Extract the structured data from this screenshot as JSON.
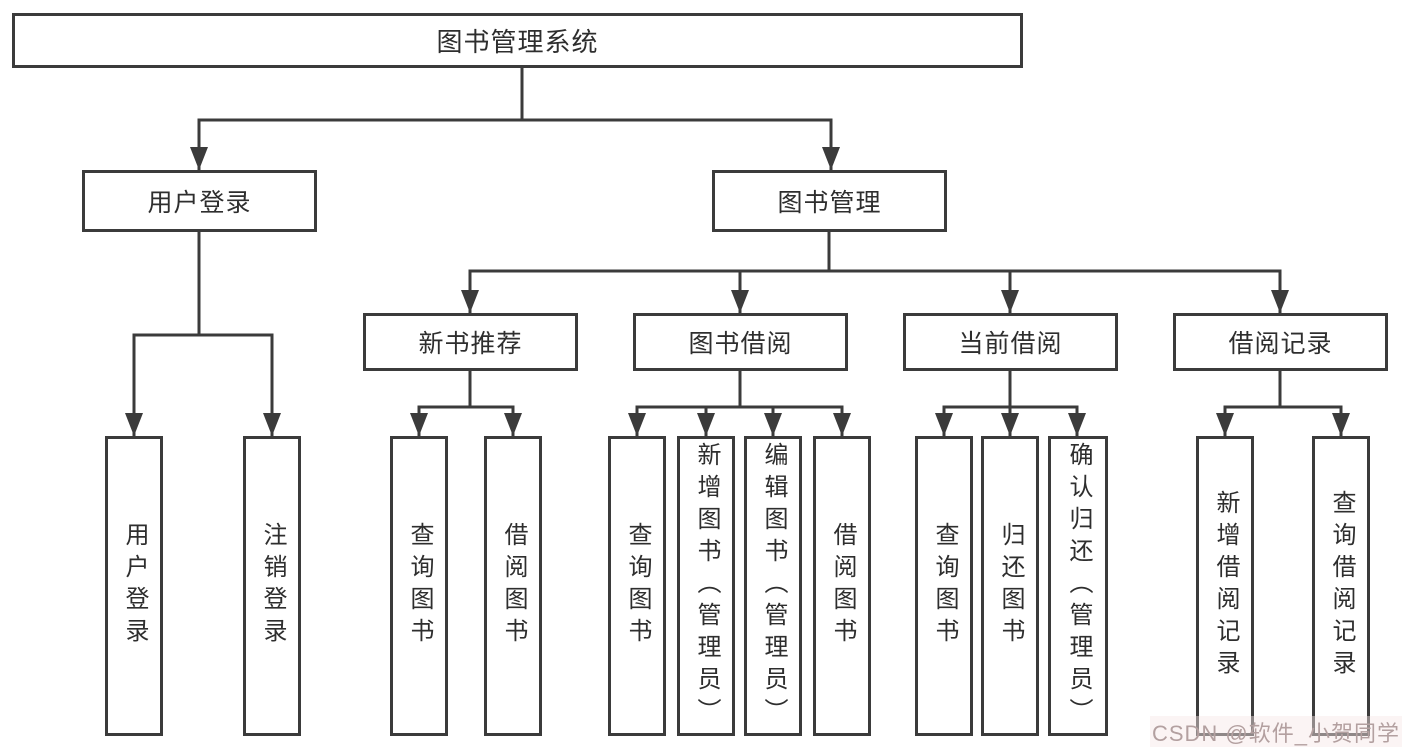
{
  "diagram_title": "图书管理系统",
  "colors": {
    "line": "#3b3b3b",
    "box_border": "#3b3b3b",
    "text": "#2e2e2e",
    "background": "#ffffff",
    "watermark_text": "#b3a0a0"
  },
  "tree": {
    "label": "图书管理系统",
    "children": [
      {
        "label": "用户登录",
        "children": [
          {
            "label": "用户登录"
          },
          {
            "label": "注销登录"
          }
        ]
      },
      {
        "label": "图书管理",
        "children": [
          {
            "label": "新书推荐",
            "children": [
              {
                "label": "查询图书"
              },
              {
                "label": "借阅图书"
              }
            ]
          },
          {
            "label": "图书借阅",
            "children": [
              {
                "label": "查询图书"
              },
              {
                "label": "新增图书（管理员）"
              },
              {
                "label": "编辑图书（管理员）"
              },
              {
                "label": "借阅图书"
              }
            ]
          },
          {
            "label": "当前借阅",
            "children": [
              {
                "label": "查询图书"
              },
              {
                "label": "归还图书"
              },
              {
                "label": "确认归还（管理员）"
              }
            ]
          },
          {
            "label": "借阅记录",
            "children": [
              {
                "label": "新增借阅记录"
              },
              {
                "label": "查询借阅记录"
              }
            ]
          }
        ]
      }
    ]
  },
  "watermark": {
    "text": "CSDN @软件_小贺同学"
  }
}
